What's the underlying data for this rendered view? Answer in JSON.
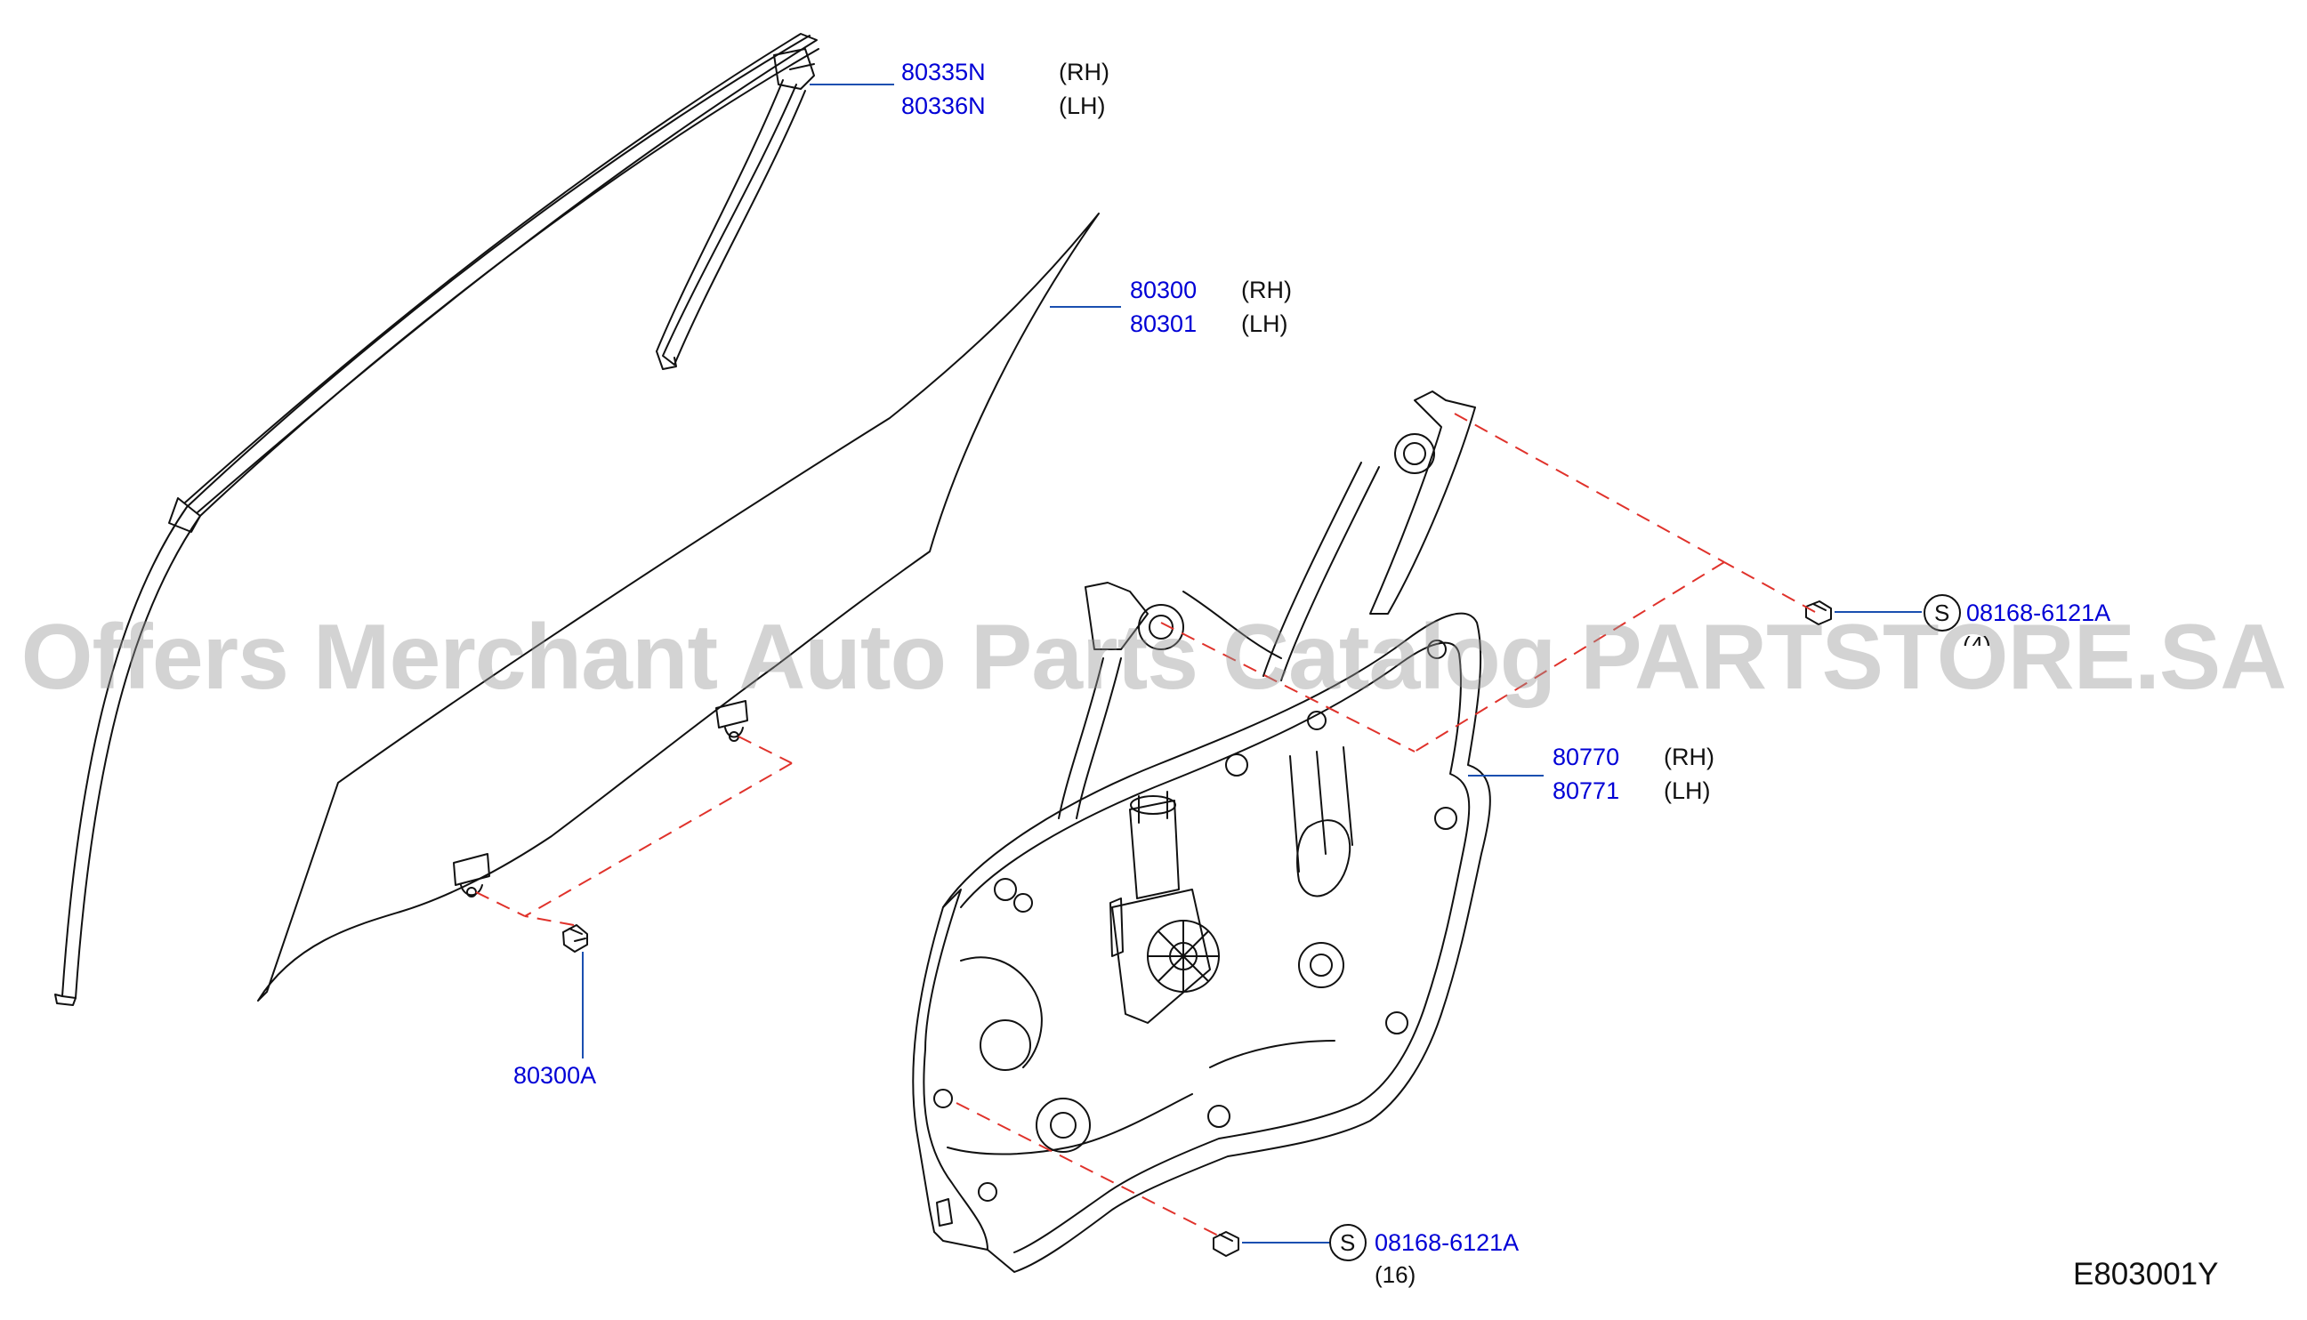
{
  "diagram_code": "E803001Y",
  "watermark": "Offers Merchant Auto Parts Catalog PARTSTORE.SA",
  "callouts": {
    "sash": {
      "rh_part": "80335N",
      "rh_side": "(RH)",
      "lh_part": "80336N",
      "lh_side": "(LH)"
    },
    "glass": {
      "rh_part": "80300",
      "rh_side": "(RH)",
      "lh_part": "80301",
      "lh_side": "(LH)"
    },
    "regulator": {
      "rh_part": "80770",
      "rh_side": "(RH)",
      "lh_part": "80771",
      "lh_side": "(LH)"
    },
    "glass_bolt": {
      "part": "80300A"
    },
    "bolt_upper": {
      "symbol": "S",
      "part": "08168-6121A",
      "qty": "(4)"
    },
    "bolt_lower": {
      "symbol": "S",
      "part": "08168-6121A",
      "qty": "(16)"
    }
  },
  "colors": {
    "part_number": "#0000d6",
    "leader_line": "#1a4fb0",
    "dash_line": "#e0322b",
    "drawing": "#111111"
  }
}
